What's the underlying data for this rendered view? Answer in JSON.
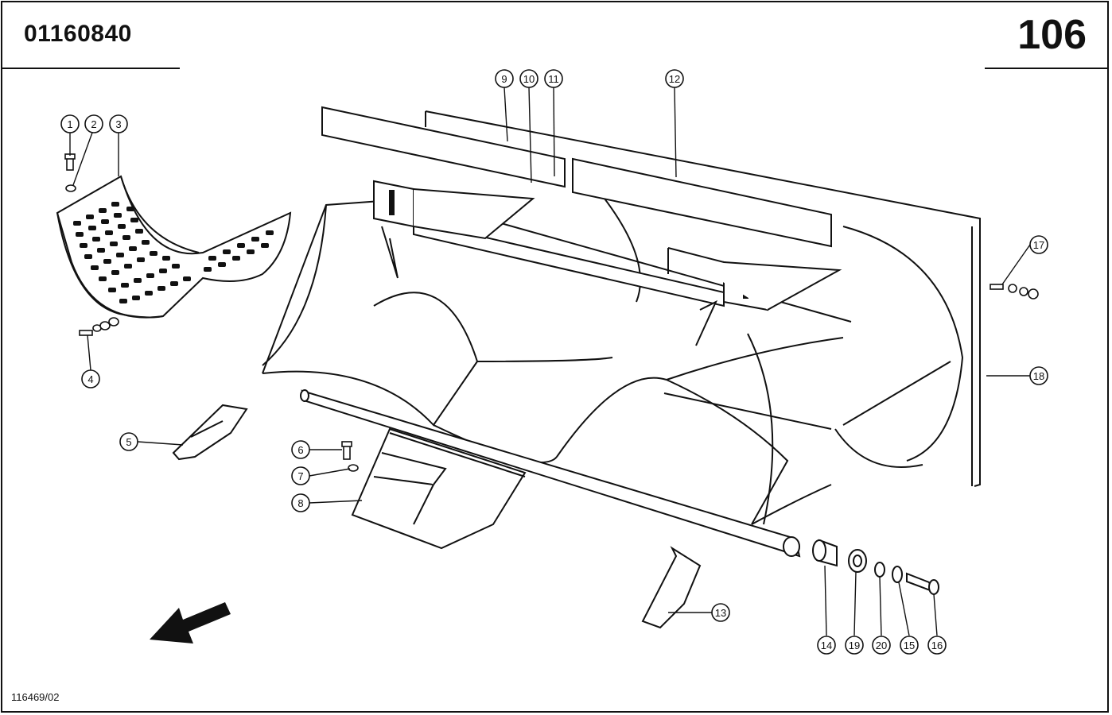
{
  "header": {
    "part_number": "01160840",
    "page_number": "106"
  },
  "footer": {
    "drawing_id": "116469/02"
  },
  "callouts": [
    "1",
    "2",
    "3",
    "4",
    "5",
    "6",
    "7",
    "8",
    "9",
    "10",
    "11",
    "12",
    "13",
    "14",
    "15",
    "16",
    "17",
    "18",
    "19",
    "20"
  ]
}
